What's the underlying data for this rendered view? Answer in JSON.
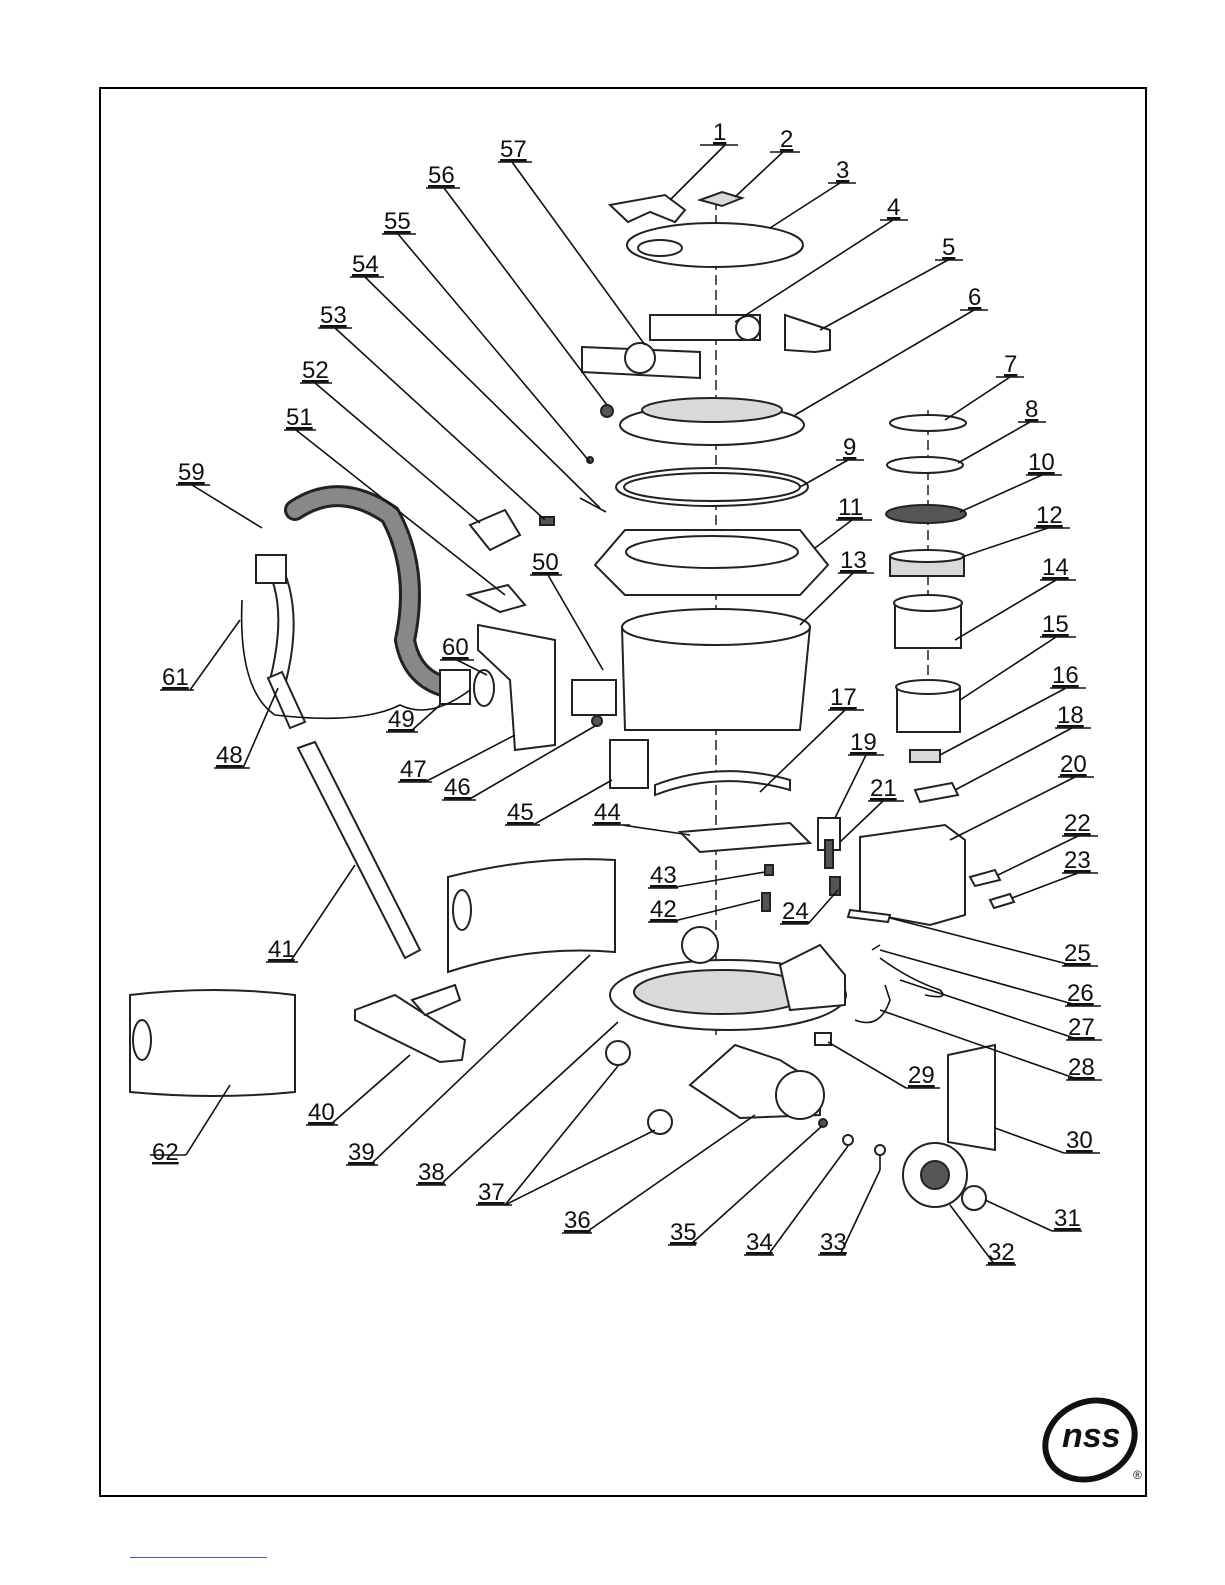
{
  "diagram": {
    "callouts": [
      "1",
      "2",
      "3",
      "4",
      "5",
      "6",
      "7",
      "8",
      "9",
      "10",
      "11",
      "12",
      "13",
      "14",
      "15",
      "16",
      "17",
      "18",
      "19",
      "20",
      "21",
      "22",
      "23",
      "24",
      "25",
      "26",
      "27",
      "28",
      "29",
      "30",
      "31",
      "32",
      "33",
      "34",
      "35",
      "36",
      "37",
      "38",
      "39",
      "40",
      "41",
      "42",
      "43",
      "44",
      "45",
      "46",
      "47",
      "48",
      "49",
      "50",
      "51",
      "52",
      "53",
      "54",
      "55",
      "56",
      "57",
      "59",
      "60",
      "61",
      "62"
    ]
  },
  "logo": {
    "text": "nss",
    "registered": "®"
  },
  "colors": {
    "line": "#111111",
    "part_fill": "#ffffff",
    "shade": "#d9d9d9",
    "link": "#3f5fbf"
  }
}
